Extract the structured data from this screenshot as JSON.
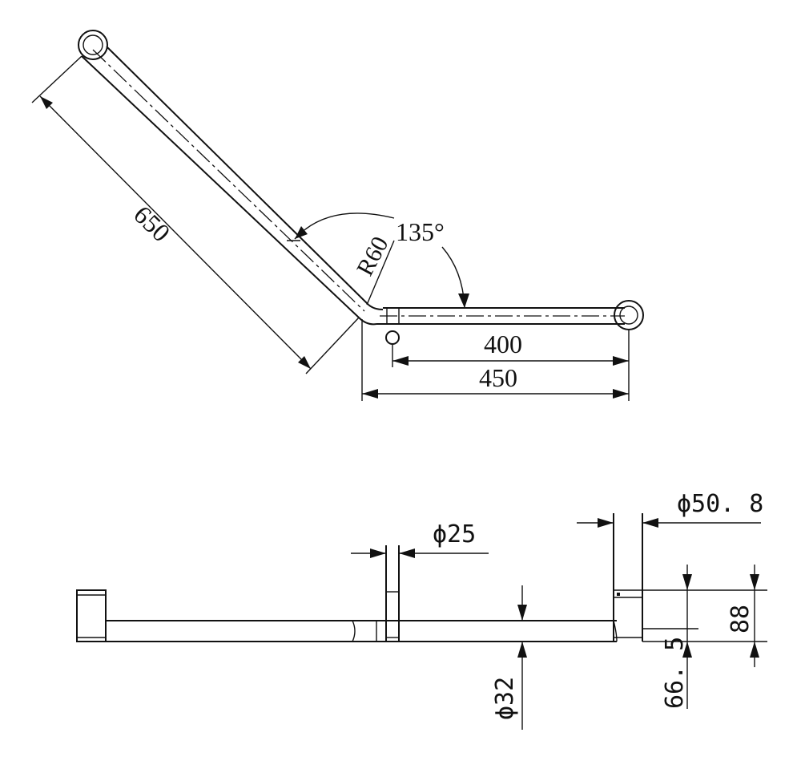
{
  "top_view": {
    "dim_length_angled": "650",
    "dim_radius": "R60",
    "dim_angle": "135°",
    "dim_length_inner": "400",
    "dim_length_outer": "450"
  },
  "side_view": {
    "dim_wall_flange_dia": "ϕ50. 8",
    "dim_post_dia": "ϕ25",
    "dim_tube_dia": "ϕ32",
    "dim_flange_height": "88",
    "dim_centre_height": "66. 5"
  }
}
